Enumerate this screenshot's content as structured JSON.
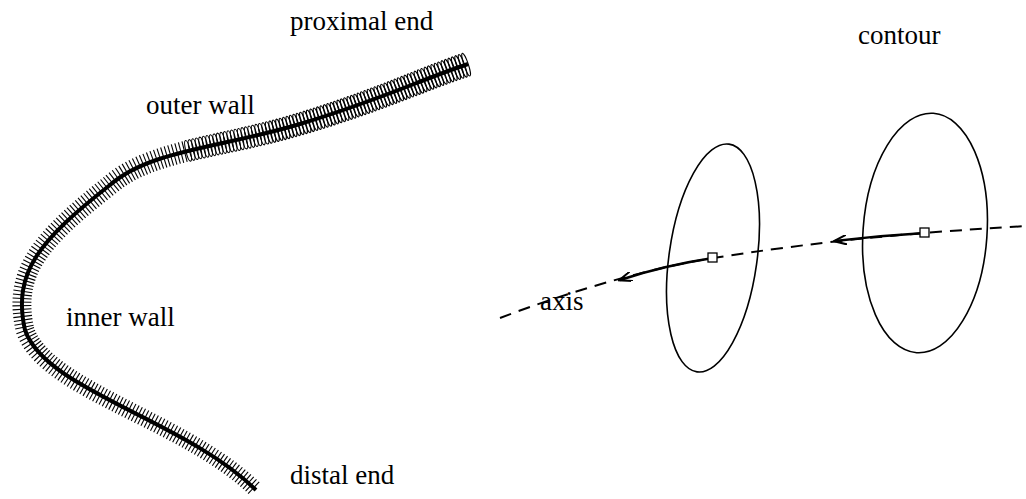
{
  "diagram": {
    "labels": [
      "proximal end",
      "outer wall",
      "inner wall",
      "distal end",
      "contour",
      "axis"
    ]
  }
}
